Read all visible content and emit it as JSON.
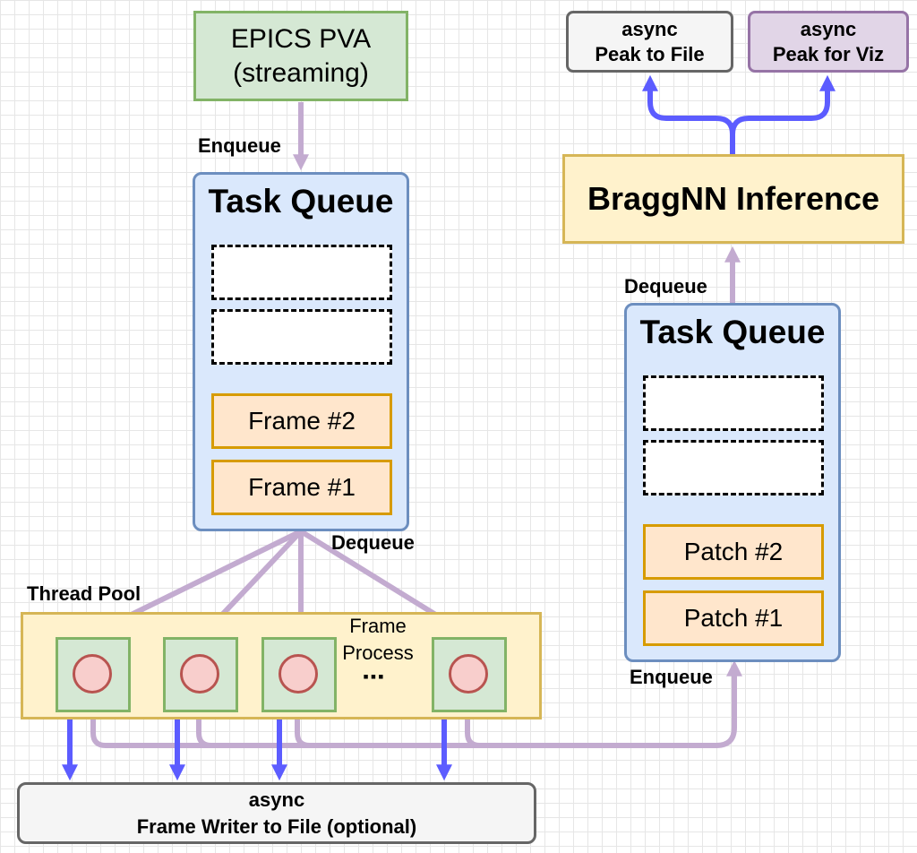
{
  "source": {
    "line1": "EPICS PVA",
    "line2": "(streaming)"
  },
  "left_queue": {
    "title": "Task Queue",
    "items": [
      "Frame #2",
      "Frame #1"
    ],
    "enqueue_label": "Enqueue",
    "dequeue_label": "Dequeue"
  },
  "thread_pool": {
    "label": "Thread Pool",
    "process_line1": "Frame",
    "process_line2": "Process",
    "ellipsis": "▪▪▪"
  },
  "frame_writer": {
    "line1": "async",
    "line2": "Frame Writer to File (optional)"
  },
  "right_queue": {
    "title": "Task Queue",
    "items": [
      "Patch #2",
      "Patch #1"
    ],
    "enqueue_label": "Enqueue",
    "dequeue_label": "Dequeue"
  },
  "inference": {
    "label": "BraggNN Inference"
  },
  "outputs": {
    "file": {
      "line1": "async",
      "line2": "Peak to File"
    },
    "viz": {
      "line1": "async",
      "line2": "Peak for Viz"
    }
  },
  "colors": {
    "flow_purple": "#c3abd0",
    "io_blue": "#5c5cff"
  }
}
